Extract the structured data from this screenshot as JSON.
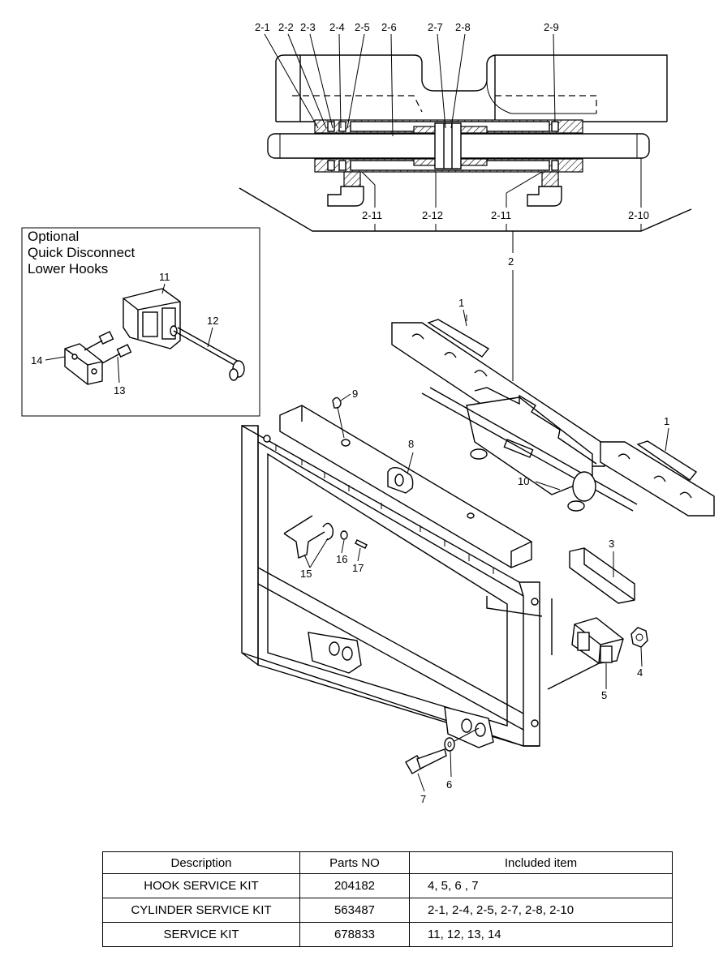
{
  "inset": {
    "title_lines": [
      "Optional",
      "Quick Disconnect",
      "Lower Hooks"
    ],
    "labels": [
      "11",
      "12",
      "13",
      "14"
    ]
  },
  "callouts": {
    "top": [
      "2-1",
      "2-2",
      "2-3",
      "2-4",
      "2-5",
      "2-6",
      "2-7",
      "2-8",
      "2-9"
    ],
    "bottom_row": [
      "2-11",
      "2-12",
      "2-11",
      "2-10"
    ],
    "main": [
      "2",
      "1",
      "1",
      "9",
      "8",
      "10",
      "3",
      "15",
      "16",
      "17",
      "4",
      "5",
      "6",
      "7"
    ]
  },
  "table": {
    "headers": [
      "Description",
      "Parts NO",
      "Included item"
    ],
    "rows": [
      {
        "description": "HOOK SERVICE KIT",
        "parts_no": "204182",
        "included": "4, 5, 6 , 7"
      },
      {
        "description": "CYLINDER SERVICE KIT",
        "parts_no": "563487",
        "included": "2-1, 2-4, 2-5, 2-7, 2-8, 2-10"
      },
      {
        "description": "SERVICE KIT",
        "parts_no": "678833",
        "included": "11, 12, 13, 14"
      }
    ]
  }
}
